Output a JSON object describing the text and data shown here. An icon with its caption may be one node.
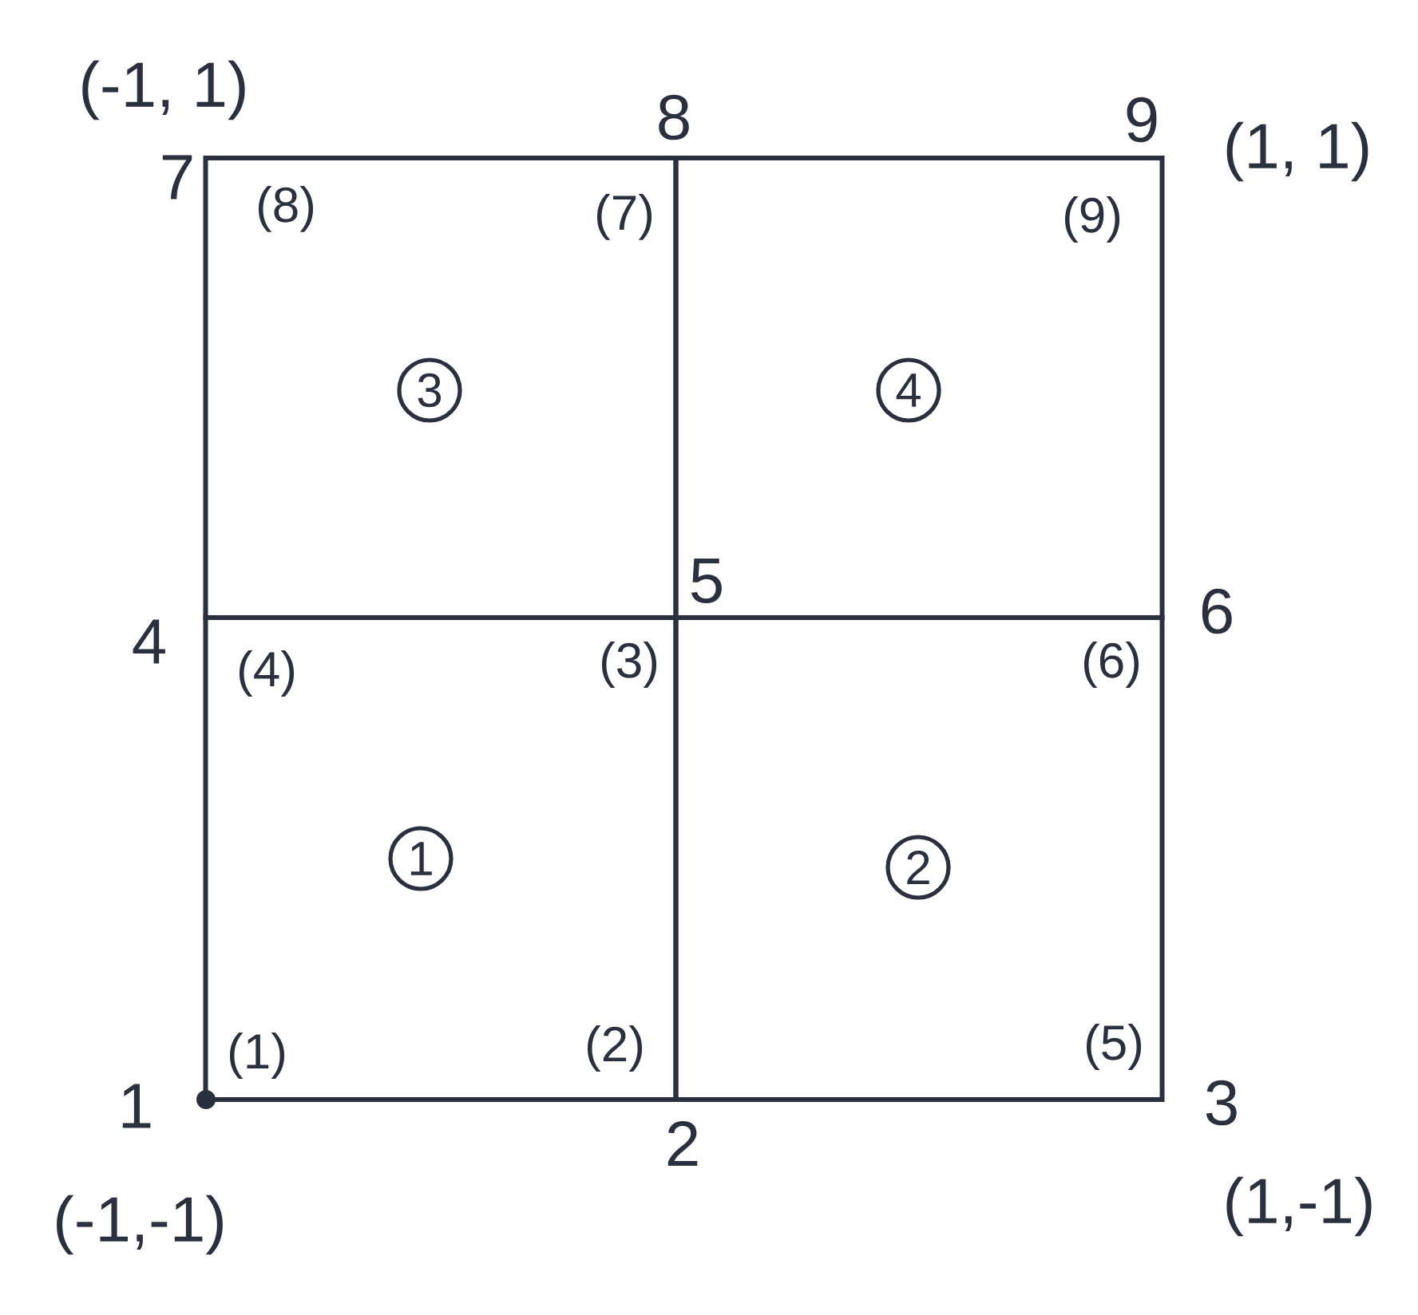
{
  "diagram": {
    "nodes": [
      {
        "text": [
          "(8)",
          "(7)"
        ]
      },
      {
        "text": [
          "3"
        ],
        "in": 0
      },
      {
        "text": [
          "(9)"
        ]
      },
      {
        "text": [
          "4"
        ],
        "in": 2
      },
      {
        "text": [
          "(4)",
          "(3)",
          "(1)",
          "(2)"
        ]
      },
      {
        "text": [
          "1"
        ],
        "in": 4
      },
      {
        "text": [
          "(6)",
          "(5)"
        ]
      },
      {
        "text": [
          "2"
        ],
        "in": 6
      }
    ],
    "labels": [
      "(-1, 1)",
      "7",
      "8",
      "9",
      "(1, 1)",
      "4",
      "5",
      "6",
      "1",
      "2",
      "3",
      "(-1,-1)",
      "(1,-1)"
    ]
  }
}
